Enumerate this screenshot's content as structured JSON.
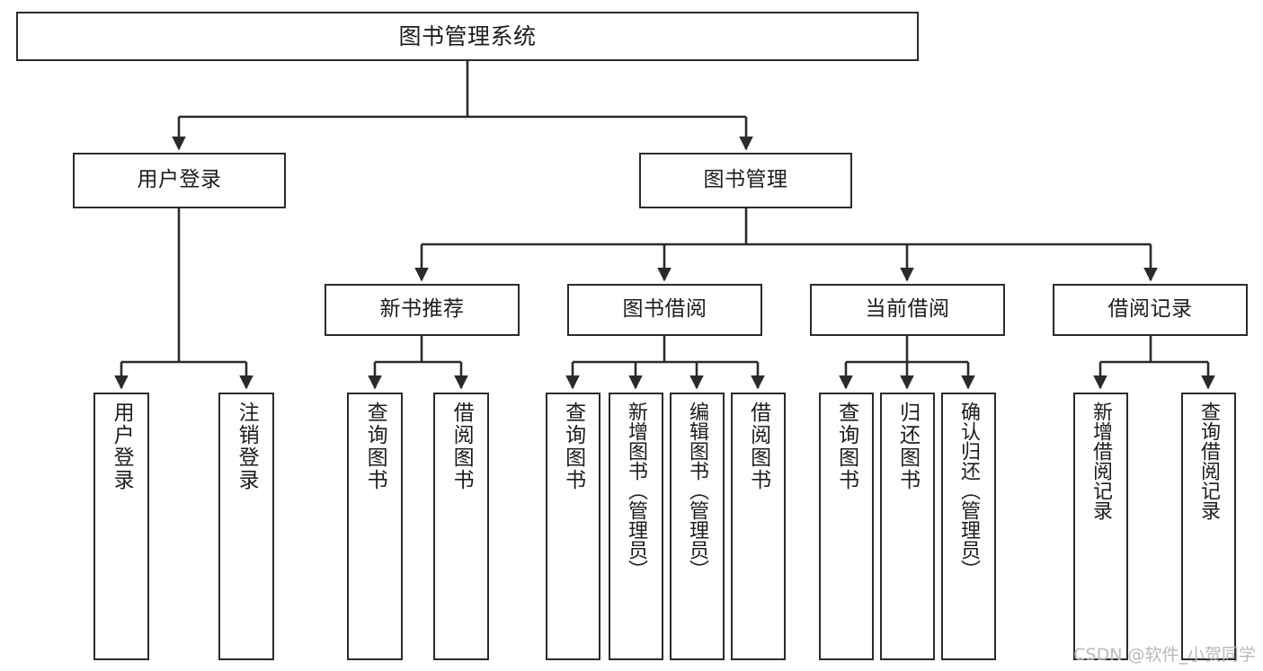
{
  "diagram": {
    "type": "tree-hierarchy",
    "title": "图书管理系统",
    "root": {
      "label": "图书管理系统"
    },
    "level1": [
      {
        "label": "用户登录"
      },
      {
        "label": "图书管理"
      }
    ],
    "level2": [
      {
        "label": "新书推荐"
      },
      {
        "label": "图书借阅"
      },
      {
        "label": "当前借阅"
      },
      {
        "label": "借阅记录"
      }
    ],
    "leaves": {
      "user_login": [
        {
          "label": "用户登录"
        },
        {
          "label": "注销登录"
        }
      ],
      "new_book_recommend": [
        {
          "label": "查询图书"
        },
        {
          "label": "借阅图书"
        }
      ],
      "book_borrow": [
        {
          "label": "查询图书"
        },
        {
          "label": "新增图书（管理员）"
        },
        {
          "label": "编辑图书（管理员）"
        },
        {
          "label": "借阅图书"
        }
      ],
      "current_borrow": [
        {
          "label": "查询图书"
        },
        {
          "label": "归还图书"
        },
        {
          "label": "确认归还（管理员）"
        }
      ],
      "borrow_record": [
        {
          "label": "新增借阅记录"
        },
        {
          "label": "查询借阅记录"
        }
      ]
    }
  },
  "watermark": {
    "text": "CSDN @软件_小贺同学"
  },
  "colors": {
    "stroke": "#2b2b2b",
    "background": "#ffffff",
    "text": "#1c1c1c",
    "watermark": "#b9b9b9"
  }
}
